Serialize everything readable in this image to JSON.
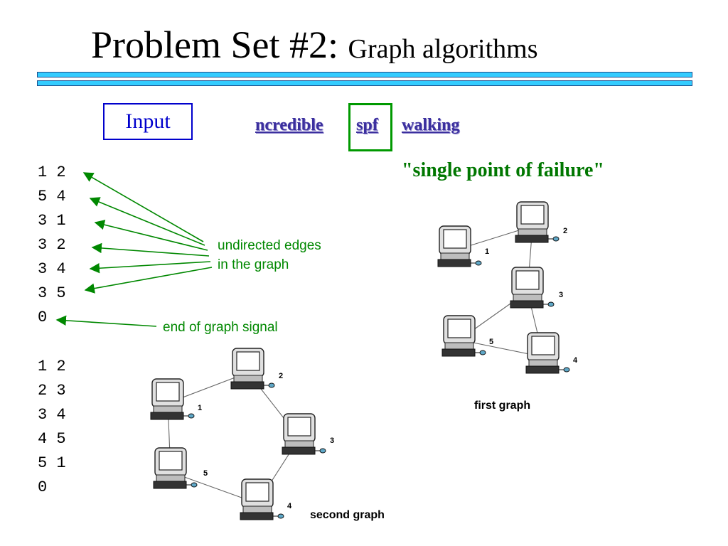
{
  "title": {
    "main": "Problem Set #2:",
    "sub": "Graph algorithms"
  },
  "input_label": "Input",
  "tabs": [
    {
      "label": "ncredible",
      "selected": false
    },
    {
      "label": "spf",
      "selected": true
    },
    {
      "label": "walking",
      "selected": false
    }
  ],
  "spf_caption": "\"single point of failure\"",
  "input1": [
    "1 2",
    "5 4",
    "3 1",
    "3 2",
    "3 4",
    "3 5",
    "0"
  ],
  "input2": [
    "1 2",
    "2 3",
    "3 4",
    "4 5",
    "5 1",
    "0"
  ],
  "annotations": {
    "edges_line1": "undirected edges",
    "edges_line2": "in the graph",
    "end_signal": "end of graph signal"
  },
  "graph1": {
    "caption": "first graph",
    "nodes": [
      "1",
      "2",
      "3",
      "5",
      "4"
    ],
    "edges": [
      [
        "1",
        "2"
      ],
      [
        "2",
        "3"
      ],
      [
        "3",
        "5"
      ],
      [
        "3",
        "4"
      ],
      [
        "5",
        "4"
      ]
    ]
  },
  "graph2": {
    "caption": "second graph",
    "nodes": [
      "1",
      "2",
      "3",
      "5",
      "4"
    ],
    "edges": [
      [
        "1",
        "2"
      ],
      [
        "2",
        "3"
      ],
      [
        "3",
        "4"
      ],
      [
        "4",
        "5"
      ],
      [
        "5",
        "1"
      ]
    ]
  },
  "colors": {
    "accent_green": "#008800",
    "rule_blue": "#33ccff",
    "link_purple": "#3b2f9e",
    "input_blue": "#0000cc"
  }
}
